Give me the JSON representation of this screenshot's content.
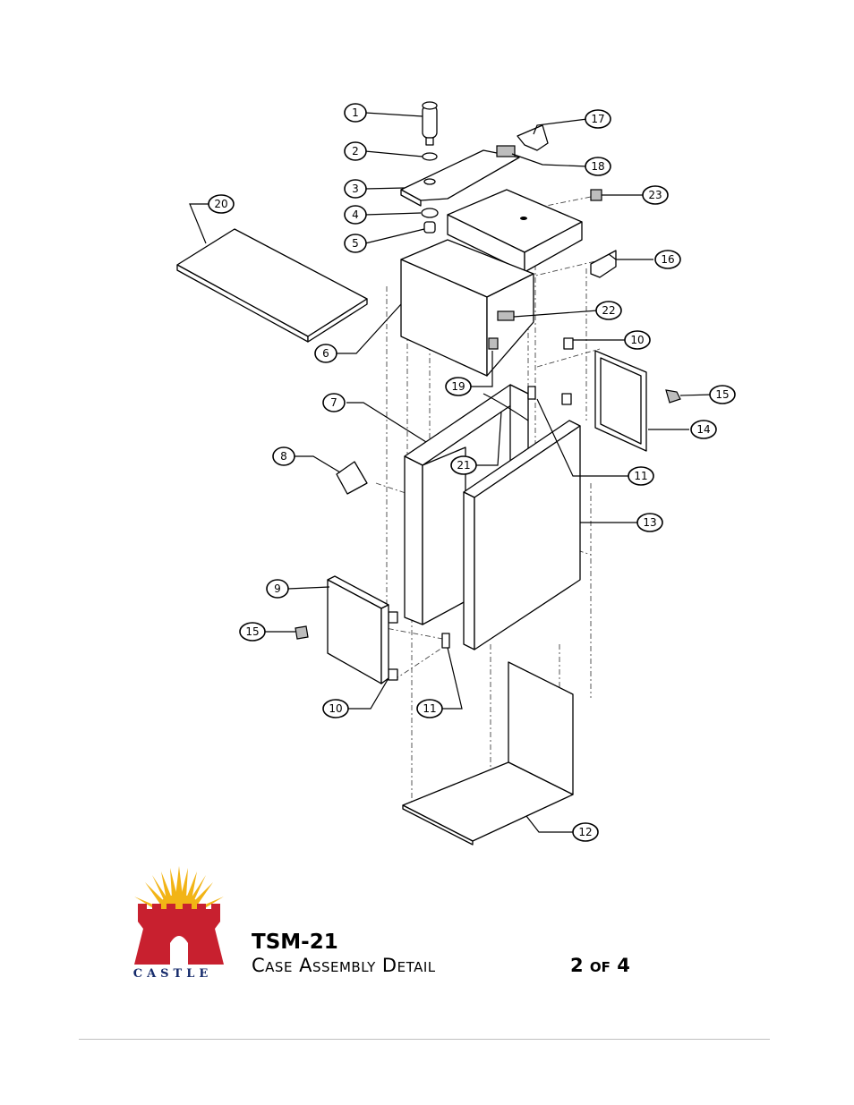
{
  "callouts": [
    "1",
    "2",
    "3",
    "4",
    "5",
    "6",
    "7",
    "8",
    "9",
    "10",
    "11",
    "12",
    "13",
    "14",
    "15",
    "16",
    "17",
    "18",
    "19",
    "20",
    "21",
    "22",
    "23"
  ],
  "brand": {
    "name": "CASTLE"
  },
  "title": {
    "model": "TSM-21",
    "subtitle": "Case Assembly Detail",
    "page": "2 of 4"
  },
  "colors": {
    "logo_red": "#c8202f",
    "sun_yellow": "#f2b416",
    "brand_blue": "#152a6b"
  }
}
